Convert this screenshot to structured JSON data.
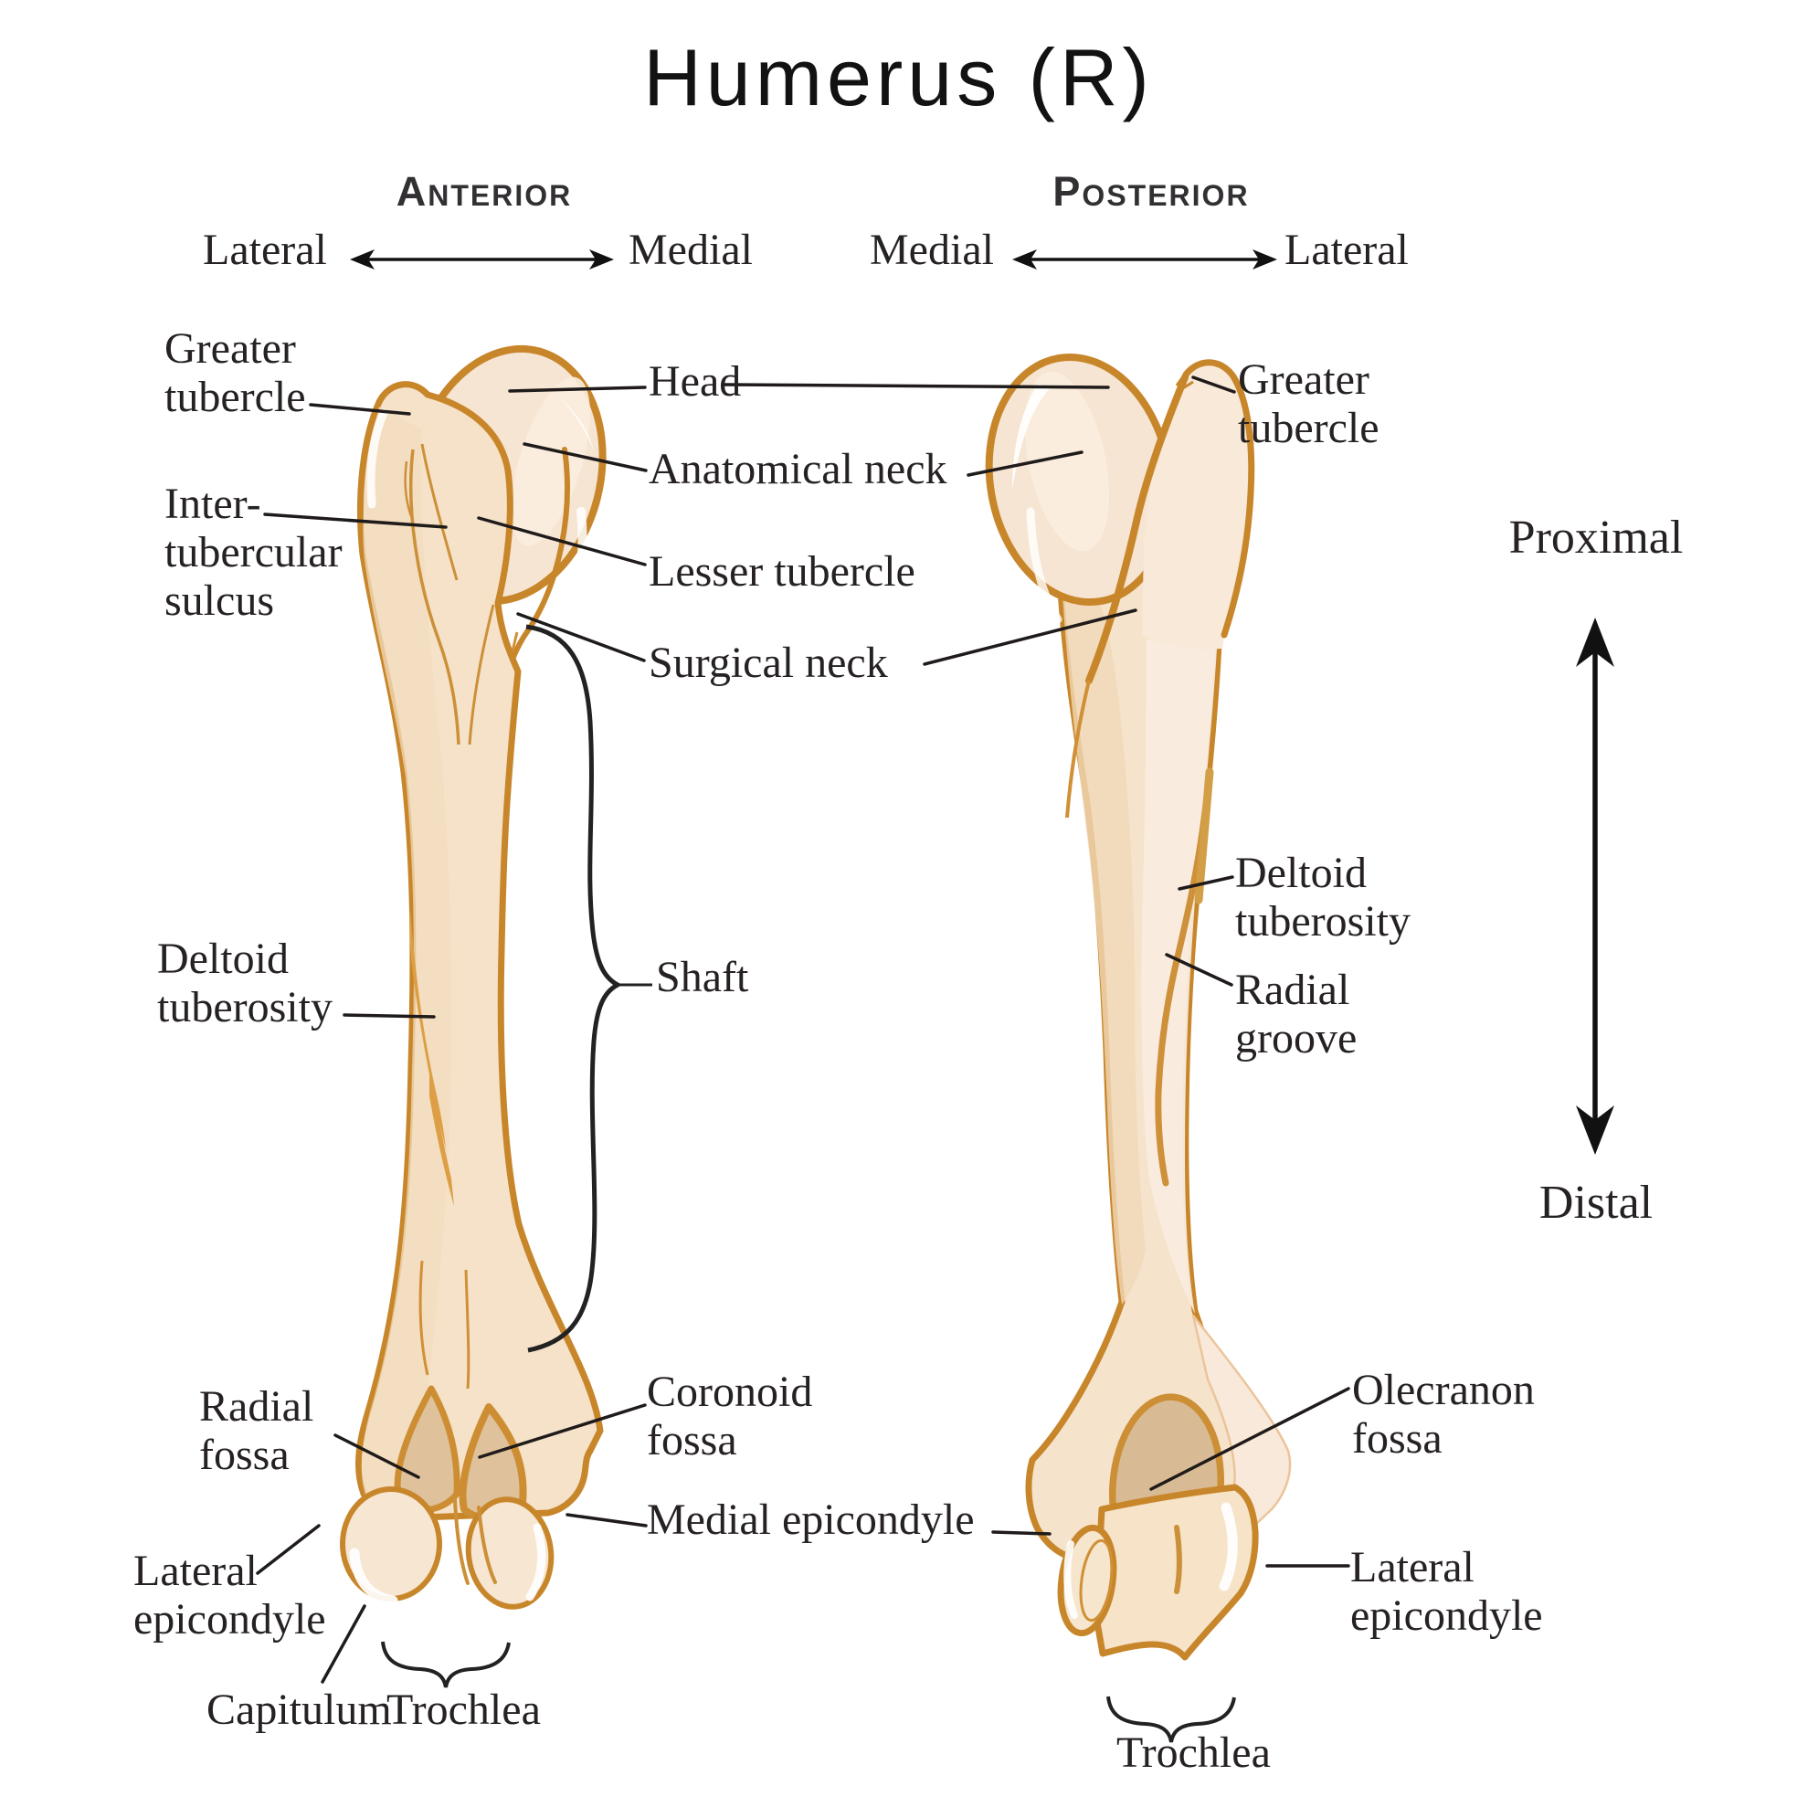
{
  "title": "Humerus (R)",
  "views": {
    "anterior": {
      "heading": "Anterior",
      "left_dir": "Lateral",
      "right_dir": "Medial"
    },
    "posterior": {
      "heading": "Posterior",
      "left_dir": "Medial",
      "right_dir": "Lateral"
    }
  },
  "orientation": {
    "top": "Proximal",
    "bottom": "Distal"
  },
  "labels": {
    "greater_tubercle_ant": "Greater\ntubercle",
    "intertubercular_sulcus": "Inter-\ntubercular\nsulcus",
    "head": "Head",
    "anatomical_neck": "Anatomical neck",
    "lesser_tubercle": "Lesser tubercle",
    "surgical_neck": "Surgical neck",
    "deltoid_tuberosity_ant": "Deltoid\ntuberosity",
    "shaft": "Shaft",
    "radial_fossa": "Radial\nfossa",
    "coronoid_fossa": "Coronoid\nfossa",
    "lateral_epicondyle_ant": "Lateral\nepicondyle",
    "medial_epicondyle": "Medial epicondyle",
    "capitulum": "Capitulum",
    "trochlea_ant": "Trochlea",
    "greater_tubercle_post": "Greater\ntubercle",
    "deltoid_tuberosity_post": "Deltoid\ntuberosity",
    "radial_groove": "Radial\ngroove",
    "olecranon_fossa": "Olecranon\nfossa",
    "lateral_epicondyle_post": "Lateral\nepicondyle",
    "trochlea_post": "Trochlea"
  },
  "palette": {
    "bone_outline": "#C8862B",
    "bone_inner_line": "#CC9038",
    "bone_fill": "#F6E3CC",
    "bone_fill_light": "#F9ECDF",
    "bone_shade": "#F2D9BA",
    "deltoid_ridge": "#DD9F45",
    "fossa_fill": "#DFC19B",
    "highlight": "#FFFFFF",
    "line_color": "#1F1B1A",
    "text_color": "#262122"
  }
}
